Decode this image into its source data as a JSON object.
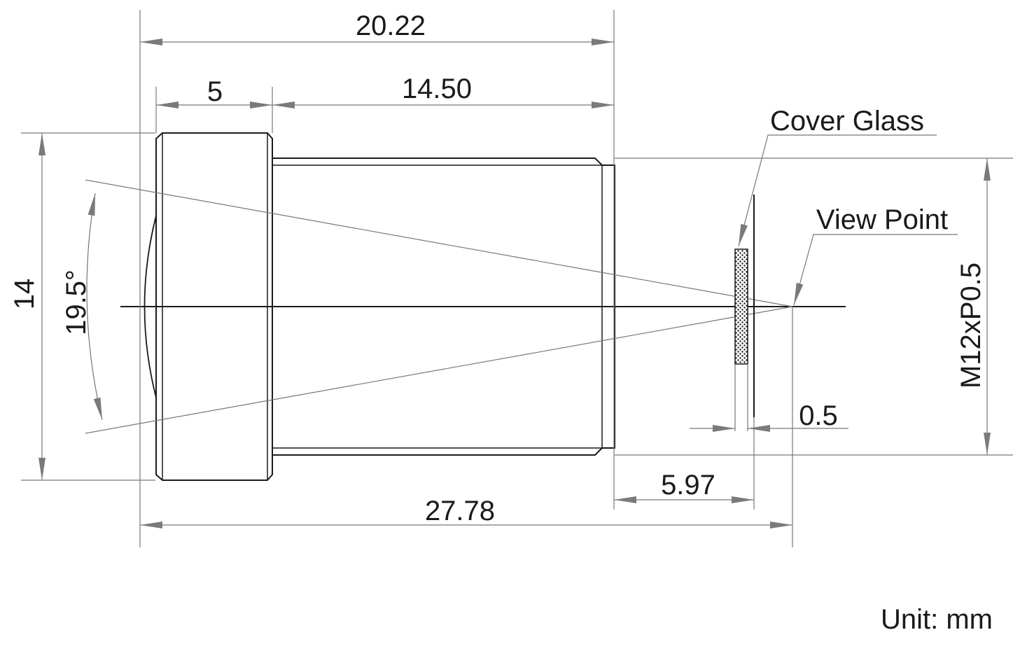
{
  "dimensions": {
    "overall_front_length": "20.22",
    "head_length": "5",
    "barrel_length": "14.50",
    "head_diameter": "14",
    "field_angle": "19.5°",
    "thread": "M12xP0.5",
    "glass_thickness": "0.5",
    "back_focal": "5.97",
    "total_length": "27.78"
  },
  "annotations": {
    "cover_glass": "Cover Glass",
    "view_point": "View Point"
  },
  "units": "Unit: mm",
  "colors": {
    "outline": "#1a1a1a",
    "dimension_line": "#777777",
    "arrow": "#7a7a7a"
  }
}
